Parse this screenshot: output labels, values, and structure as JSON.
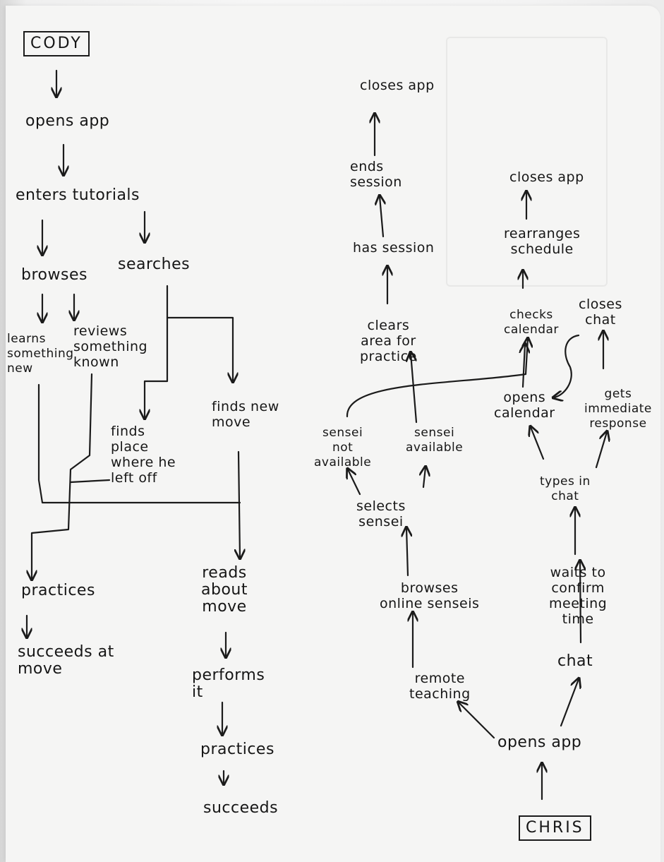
{
  "persona_left": "CODY",
  "persona_right": "CHRIS",
  "cody_flow": {
    "opens_app": "opens app",
    "enters_tutorials": "enters tutorials",
    "browses": "browses",
    "searches": "searches",
    "learns_new": "learns\nsomething\nnew",
    "reviews_known": "reviews\nsomething\nknown",
    "finds_place": "finds\nplace\nwhere he\nleft off",
    "finds_new_move": "finds new\nmove",
    "practices": "practices",
    "succeeds_at_move": "succeeds at\nmove",
    "reads_about_move": "reads\nabout\nmove",
    "performs_it": "performs\nit",
    "practices_2": "practices",
    "succeeds": "succeeds"
  },
  "chris_flow": {
    "opens_app": "opens app",
    "remote_teaching": "remote\nteaching",
    "chat": "chat",
    "browses_senseis": "browses\nonline senseis",
    "selects_sensei": "selects\nsensei",
    "sensei_not_available": "sensei\nnot\navailable",
    "sensei_available": "sensei\navailable",
    "clears_area": "clears\narea for\npractice",
    "has_session": "has session",
    "ends_session": "ends\nsession",
    "closes_app_1": "closes app",
    "waits_confirm": "waits to\nconfirm\nmeeting\ntime",
    "types_in_chat": "types in\nchat",
    "opens_calendar": "opens\ncalendar",
    "gets_response": "gets\nimmediate\nresponse",
    "checks_calendar": "checks\ncalendar",
    "closes_chat": "closes\nchat",
    "rearranges_schedule": "rearranges\nschedule",
    "closes_app_2": "closes app"
  }
}
